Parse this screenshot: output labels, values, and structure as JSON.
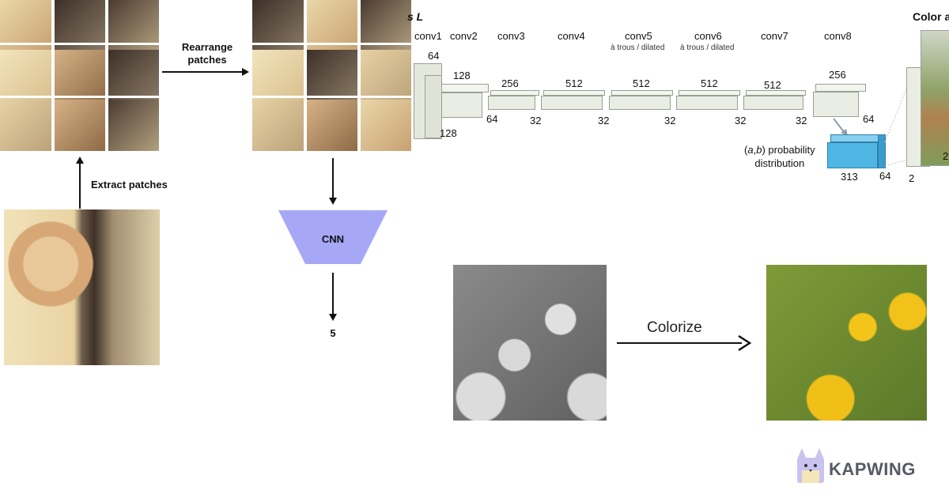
{
  "labels": {
    "rearrange": "Rearrange\npatches",
    "extract": "Extract patches",
    "cnn": "CNN",
    "output": "5",
    "colorize": "Colorize",
    "brand": "KAPWING"
  },
  "arch": {
    "title_fragment": "s L",
    "top_right_fragment": "Color a",
    "layers": [
      {
        "name": "conv1",
        "depth": "64",
        "size": "128"
      },
      {
        "name": "conv2",
        "depth": "128",
        "size": "64"
      },
      {
        "name": "conv3",
        "depth": "256",
        "size": "32"
      },
      {
        "name": "conv4",
        "depth": "512",
        "size": "32"
      },
      {
        "name": "conv5",
        "depth": "512",
        "size": "32",
        "note": "à trous / dilated"
      },
      {
        "name": "conv6",
        "depth": "512",
        "size": "32",
        "note": "à trous / dilated"
      },
      {
        "name": "conv7",
        "depth": "512",
        "size": "32"
      },
      {
        "name": "conv8",
        "depth": "256",
        "size": "64"
      }
    ],
    "prob": {
      "label_a": "a",
      "label_b": "b",
      "label_rest": " probability",
      "label_line2": "distribution",
      "bins": "313",
      "size": "64"
    },
    "right_sizes": {
      "left": "2",
      "right": "2"
    }
  },
  "colors": {
    "cnn": "#a6a8f6",
    "prob_box": "#4fb6e3",
    "layer_face": "#e9ede3"
  },
  "icons": {
    "brand_logo": "cat-face-logo-icon"
  }
}
